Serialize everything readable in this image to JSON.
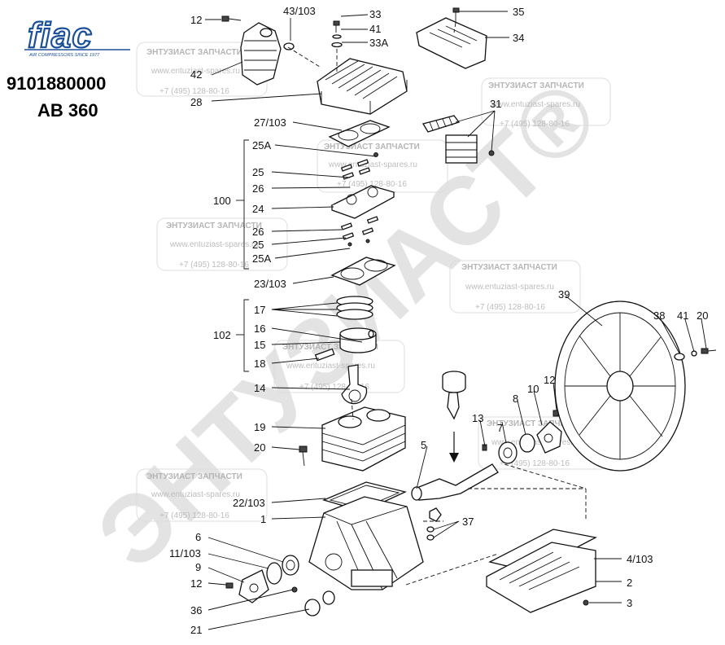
{
  "brand": {
    "name": "fiac",
    "tagline": "AIR COMPRESSORS SINCE 1977"
  },
  "model": {
    "code": "9101880000",
    "name": "AB 360"
  },
  "watermark": {
    "title": "ЭНТУЗИАСТ ЗАПЧАСТИ",
    "url": "www.entuziast-spares.ru",
    "phone": "+7 (495) 128-80-16",
    "big_text": "ЭНТУЗИАСТ®"
  },
  "callouts": {
    "c12a": "12",
    "c43_103": "43/103",
    "c33": "33",
    "c41a": "41",
    "c33a": "33A",
    "c35": "35",
    "c34": "34",
    "c42": "42",
    "c28": "28",
    "c31": "31",
    "c27_103": "27/103",
    "c25a_top": "25A",
    "c25_top": "25",
    "c26_top": "26",
    "c100": "100",
    "c24": "24",
    "c26_bot": "26",
    "c25_bot": "25",
    "c25a_bot": "25A",
    "c23_103": "23/103",
    "c17": "17",
    "c102": "102",
    "c16": "16",
    "c15": "15",
    "c18": "18",
    "c14": "14",
    "c19": "19",
    "c20a": "20",
    "c22_103": "22/103",
    "c1": "1",
    "c6": "6",
    "c11_103": "11/103",
    "c9": "9",
    "c12b": "12",
    "c36": "36",
    "c21": "21",
    "c5": "5",
    "c13": "13",
    "c7": "7",
    "c8": "8",
    "c10": "10",
    "c12c": "12",
    "c37": "37",
    "c39": "39",
    "c38": "38",
    "c41b": "41",
    "c20b": "20",
    "c4_103": "4/103",
    "c2": "2",
    "c3": "3"
  }
}
